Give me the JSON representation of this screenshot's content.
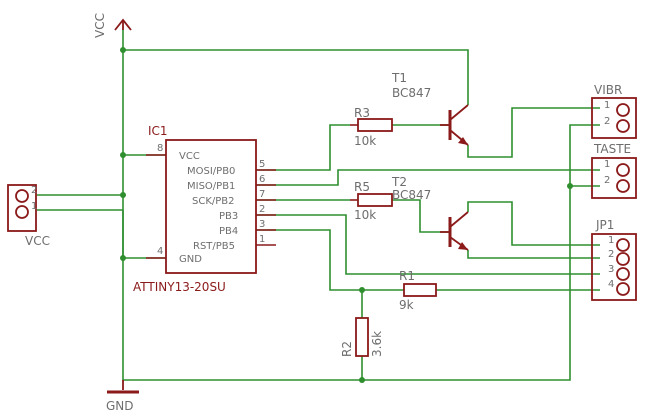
{
  "power": {
    "vcc": "VCC",
    "gnd": "GND"
  },
  "ic1": {
    "ref": "IC1",
    "part": "ATTINY13-20SU",
    "pins": [
      {
        "name": "VCC",
        "num": "8"
      },
      {
        "name": "MOSI/PB0",
        "num": "5"
      },
      {
        "name": "MISO/PB1",
        "num": "6"
      },
      {
        "name": "SCK/PB2",
        "num": "7"
      },
      {
        "name": "PB3",
        "num": "2"
      },
      {
        "name": "PB4",
        "num": "3"
      },
      {
        "name": "RST/PB5",
        "num": "1"
      },
      {
        "name": "GND",
        "num": "4"
      }
    ]
  },
  "t1": {
    "ref": "T1",
    "part": "BC847"
  },
  "t2": {
    "ref": "T2",
    "part": "BC847"
  },
  "r1": {
    "ref": "R1",
    "value": "9k"
  },
  "r2": {
    "ref": "R2",
    "value": "3.6k"
  },
  "r3": {
    "ref": "R3",
    "value": "10k"
  },
  "r5": {
    "ref": "R5",
    "value": "10k"
  },
  "vbat": {
    "ref": "VCC",
    "pins": [
      "2",
      "1"
    ]
  },
  "vibr": {
    "ref": "VIBR",
    "pins": [
      "1",
      "2"
    ]
  },
  "taste": {
    "ref": "TASTE",
    "pins": [
      "1",
      "2"
    ]
  },
  "jp1": {
    "ref": "JP1",
    "pins": [
      "1",
      "2",
      "3",
      "4"
    ]
  }
}
